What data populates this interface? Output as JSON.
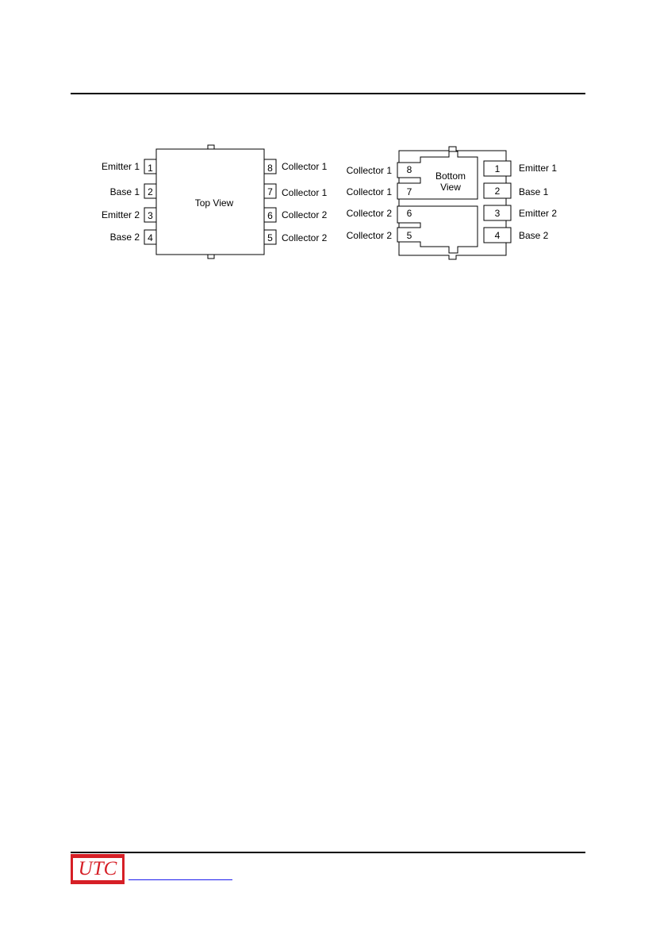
{
  "top_view": {
    "label": "Top View",
    "left_pins": [
      {
        "name": "Emitter 1",
        "number": "1"
      },
      {
        "name": "Base 1",
        "number": "2"
      },
      {
        "name": "Emitter 2",
        "number": "3"
      },
      {
        "name": "Base 2",
        "number": "4"
      }
    ],
    "right_pins": [
      {
        "name": "Collector 1",
        "number": "8"
      },
      {
        "name": "Collector 1",
        "number": "7"
      },
      {
        "name": "Collector 2",
        "number": "6"
      },
      {
        "name": "Collector 2",
        "number": "5"
      }
    ]
  },
  "bottom_view": {
    "label_line1": "Bottom",
    "label_line2": "View",
    "left_pins": [
      {
        "name": "Collector 1",
        "number": "8"
      },
      {
        "name": "Collector 1",
        "number": "7"
      },
      {
        "name": "Collector 2",
        "number": "6"
      },
      {
        "name": "Collector 2",
        "number": "5"
      }
    ],
    "right_pins": [
      {
        "name": "Emitter 1",
        "number": "1"
      },
      {
        "name": "Base 1",
        "number": "2"
      },
      {
        "name": "Emitter 2",
        "number": "3"
      },
      {
        "name": "Base 2",
        "number": "4"
      }
    ]
  },
  "footer": {
    "logo_text": "UTC",
    "link_text": ""
  },
  "colors": {
    "logo_red": "#d61f26",
    "link_blue": "#1a1aee"
  }
}
